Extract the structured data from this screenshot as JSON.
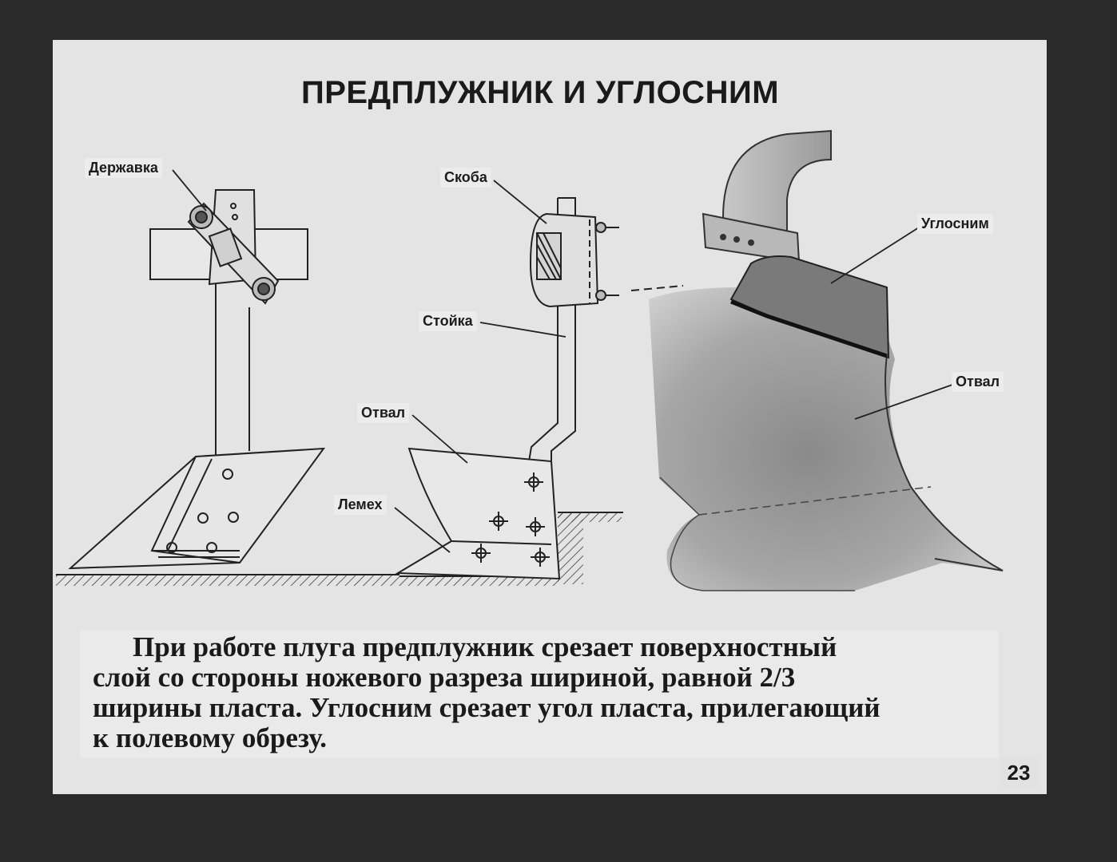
{
  "title": "ПРЕДПЛУЖНИК И УГЛОСНИМ",
  "labels": {
    "holder": "Державка",
    "bracket": "Скоба",
    "post": "Стойка",
    "moldboard_small": "Отвал",
    "share": "Лемех",
    "corner_cutter": "Углосним",
    "moldboard_large": "Отвал"
  },
  "caption": {
    "line1": "При   работе   плуга   предплужник   срезает   поверхностный",
    "line2": "слой  со  стороны  ножевого  разреза  шириной,  равной  2/3",
    "line3": "ширины пласта. Углосним срезает угол пласта, прилегающий",
    "line4": "к  полевому  обрезу."
  },
  "page_number": "23"
}
